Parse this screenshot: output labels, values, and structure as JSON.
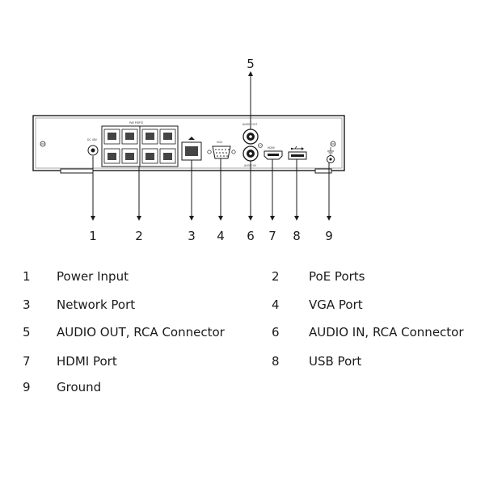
{
  "device": {
    "poe_label": "PoE PORTS",
    "vga_label": "VGA",
    "hdmi_label": "HDMI",
    "audio_out_label": "AUDIO OUT",
    "audio_in_label": "AUDIO IN",
    "dc_label": "DC 48V"
  },
  "callouts": [
    "1",
    "2",
    "3",
    "4",
    "5",
    "6",
    "7",
    "8",
    "9"
  ],
  "legend": [
    {
      "num": "1",
      "label": "Power Input"
    },
    {
      "num": "2",
      "label": "PoE Ports"
    },
    {
      "num": "3",
      "label": "Network Port"
    },
    {
      "num": "4",
      "label": "VGA Port"
    },
    {
      "num": "5",
      "label": "AUDIO OUT, RCA Connector"
    },
    {
      "num": "6",
      "label": "AUDIO IN, RCA Connector"
    },
    {
      "num": "7",
      "label": "HDMI Port"
    },
    {
      "num": "8",
      "label": "USB Port"
    },
    {
      "num": "9",
      "label": "Ground"
    }
  ]
}
